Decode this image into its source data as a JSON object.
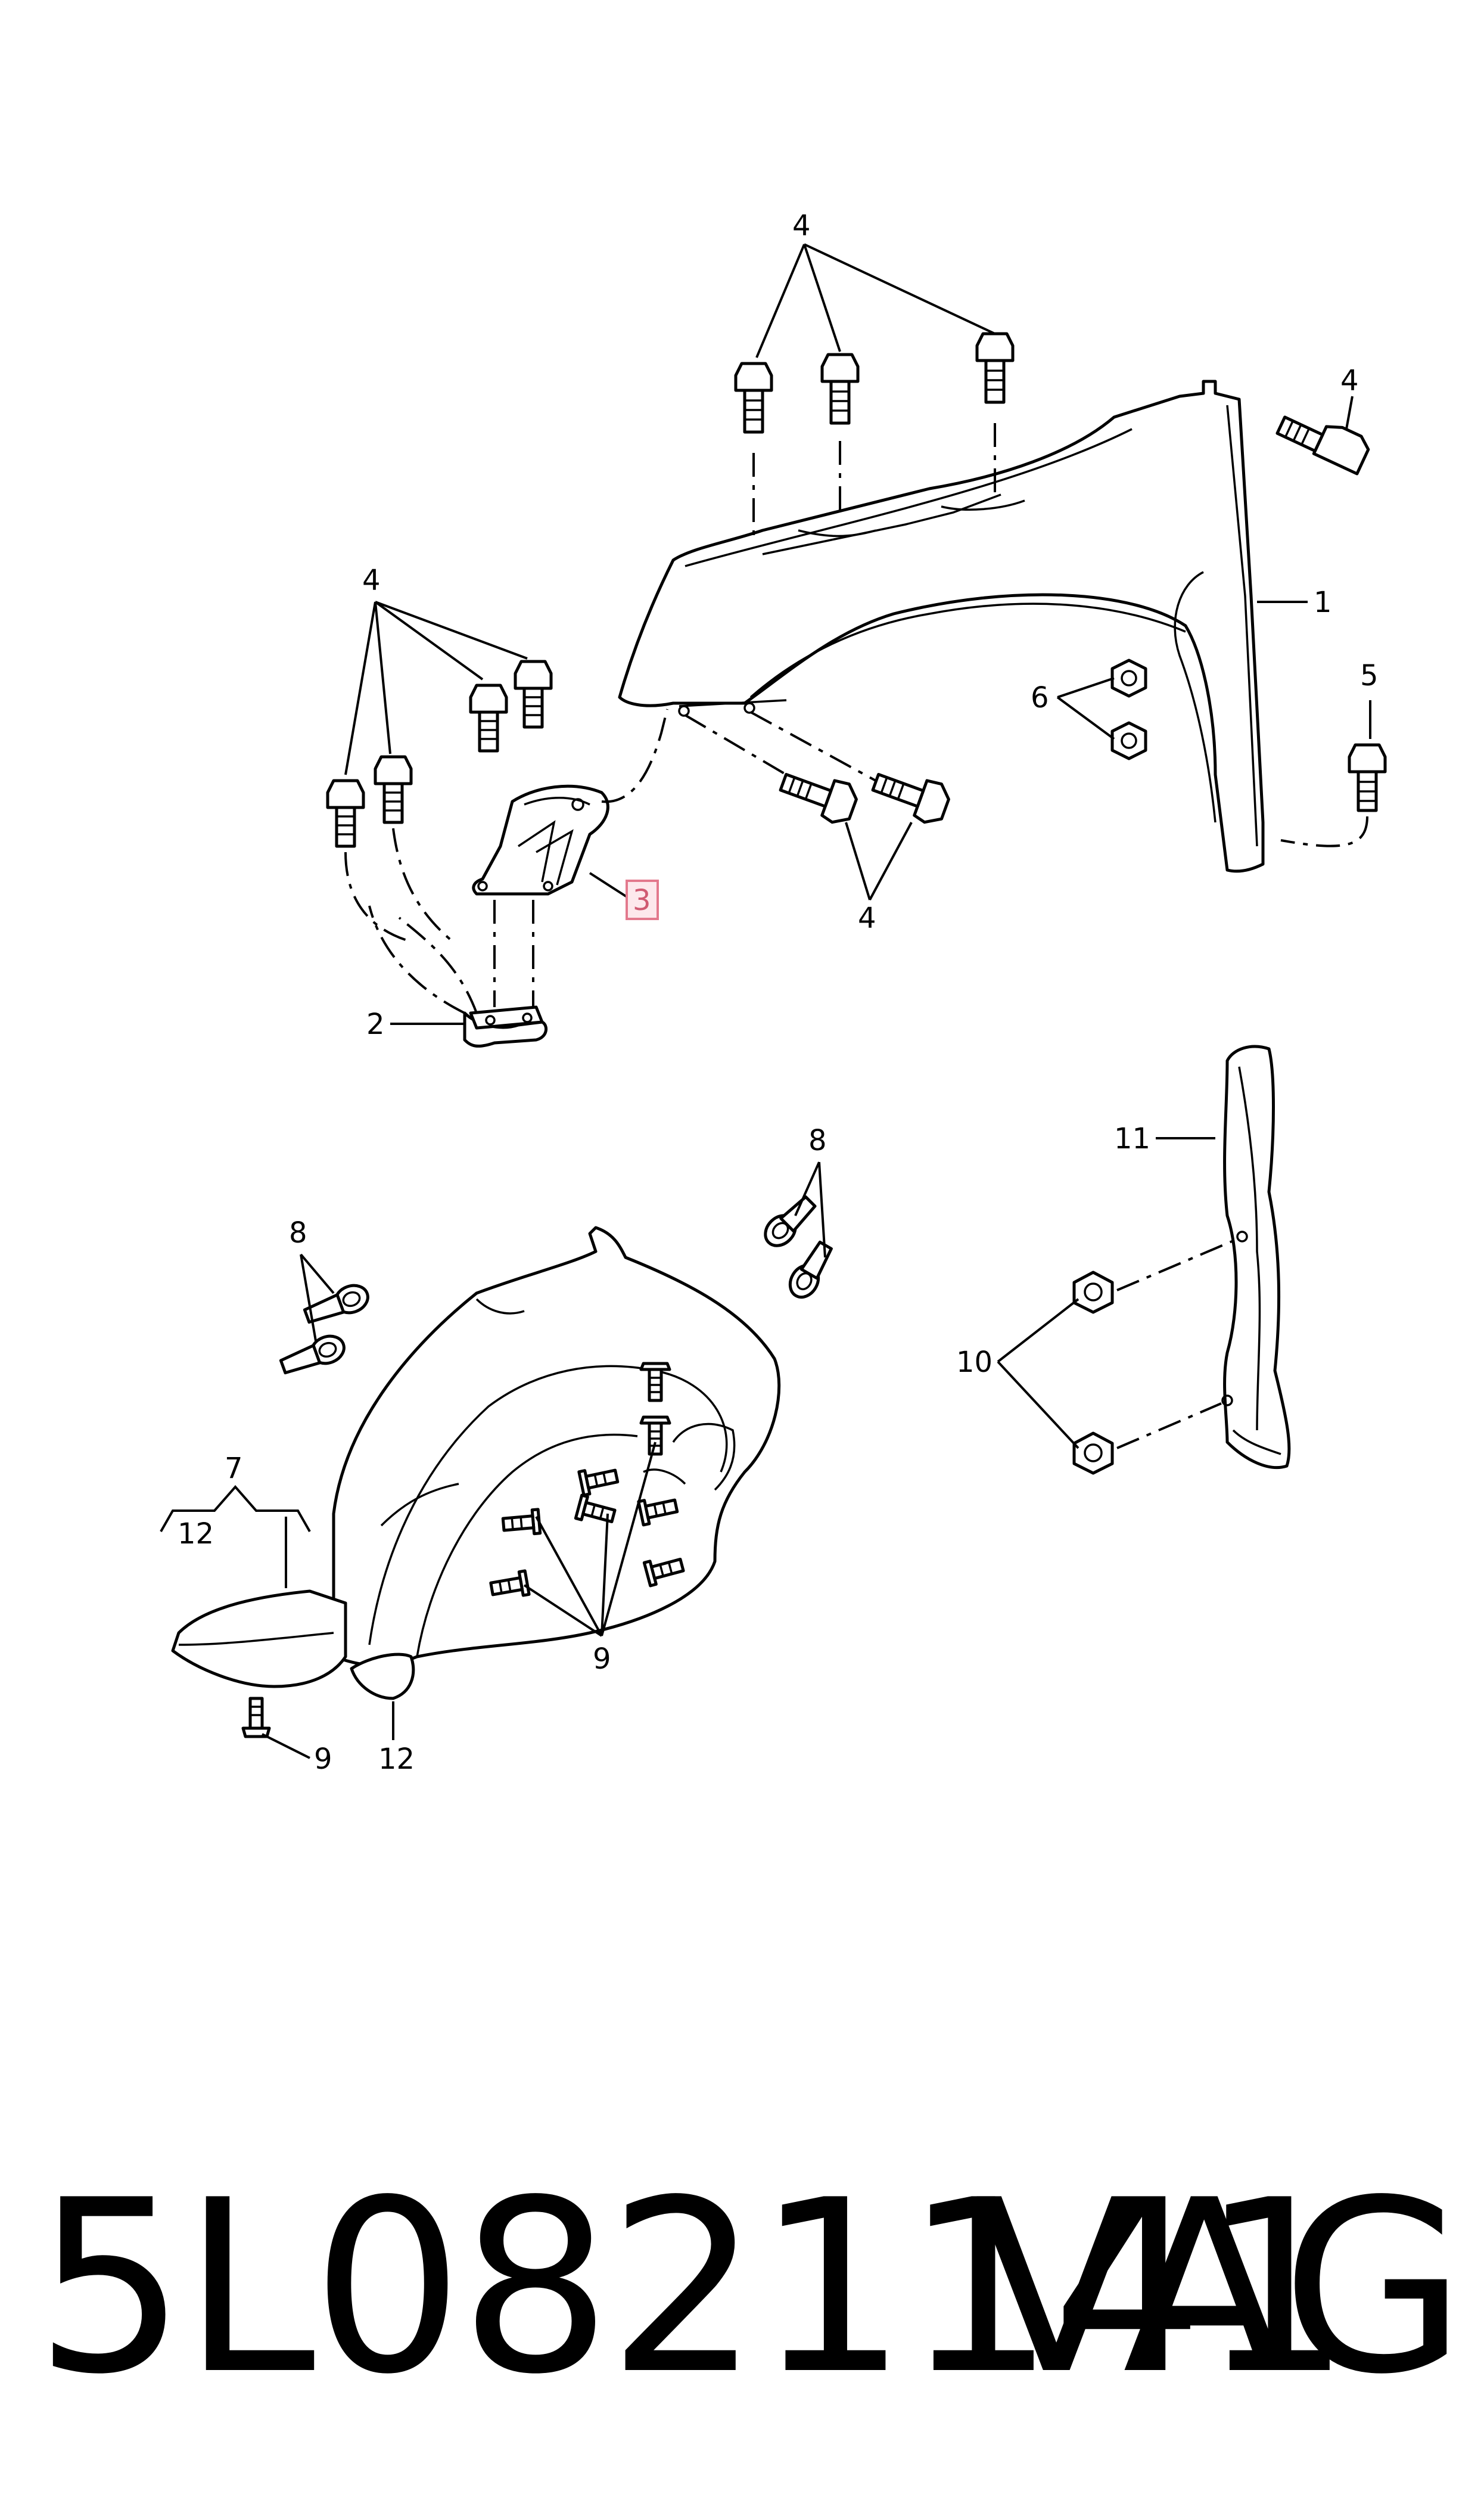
{
  "diagram": {
    "callouts": [
      {
        "id": "c4-top",
        "text": "4"
      },
      {
        "id": "c4-right",
        "text": "4"
      },
      {
        "id": "c1",
        "text": "1"
      },
      {
        "id": "c5",
        "text": "5"
      },
      {
        "id": "c6",
        "text": "6"
      },
      {
        "id": "c4-bottom",
        "text": "4"
      },
      {
        "id": "c4-left",
        "text": "4"
      },
      {
        "id": "c3",
        "text": "3"
      },
      {
        "id": "c2",
        "text": "2"
      },
      {
        "id": "c8-right",
        "text": "8"
      },
      {
        "id": "c8-left",
        "text": "8"
      },
      {
        "id": "c11",
        "text": "11"
      },
      {
        "id": "c10",
        "text": "10"
      },
      {
        "id": "c7",
        "text": "7"
      },
      {
        "id": "c12-top",
        "text": "12"
      },
      {
        "id": "c9-mid",
        "text": "9"
      },
      {
        "id": "c9-bottom",
        "text": "9"
      },
      {
        "id": "c12-bottom",
        "text": "12"
      }
    ],
    "highlighted_callout": "3"
  },
  "footer": {
    "part_number": "5L0821141",
    "brand": "VAG"
  }
}
